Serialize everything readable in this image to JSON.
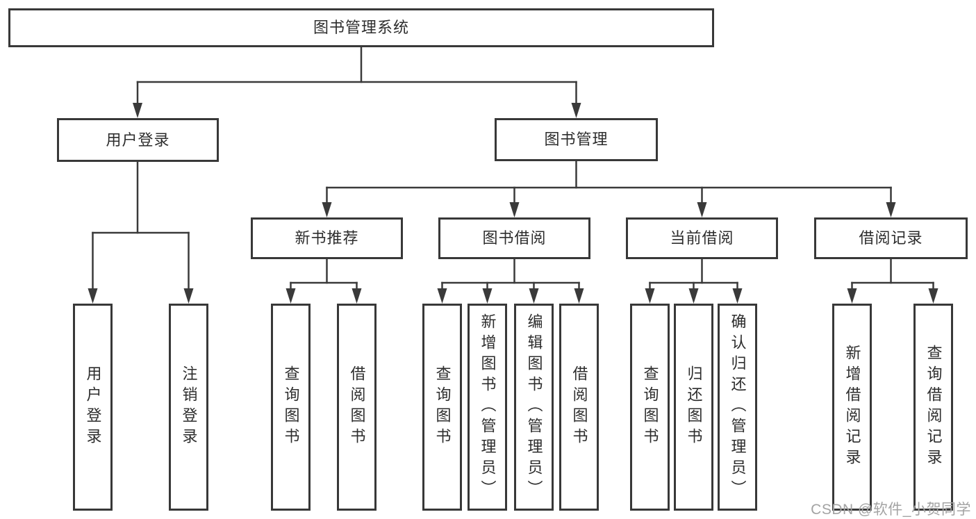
{
  "diagram": {
    "type": "tree",
    "root": {
      "label": "图书管理系统",
      "children": [
        {
          "label": "用户登录",
          "children": [
            {
              "label": "用户登录"
            },
            {
              "label": "注销登录"
            }
          ]
        },
        {
          "label": "图书管理",
          "children": [
            {
              "label": "新书推荐",
              "children": [
                {
                  "label": "查询图书"
                },
                {
                  "label": "借阅图书"
                }
              ]
            },
            {
              "label": "图书借阅",
              "children": [
                {
                  "label": "查询图书"
                },
                {
                  "label": "新增图书（管理员）"
                },
                {
                  "label": "编辑图书（管理员）"
                },
                {
                  "label": "借阅图书"
                }
              ]
            },
            {
              "label": "当前借阅",
              "children": [
                {
                  "label": "查询图书"
                },
                {
                  "label": "归还图书"
                },
                {
                  "label": "确认归还（管理员）"
                }
              ]
            },
            {
              "label": "借阅记录",
              "children": [
                {
                  "label": "新增借阅记录"
                },
                {
                  "label": "查询借阅记录"
                }
              ]
            }
          ]
        }
      ]
    },
    "watermark": "CSDN @软件_小贺同学",
    "colors": {
      "line": "#3a3a3a",
      "text": "#2d2d2d",
      "box_background": "#ffffff",
      "page_background": "#ffffff",
      "watermark": "#a3a3a3"
    }
  }
}
